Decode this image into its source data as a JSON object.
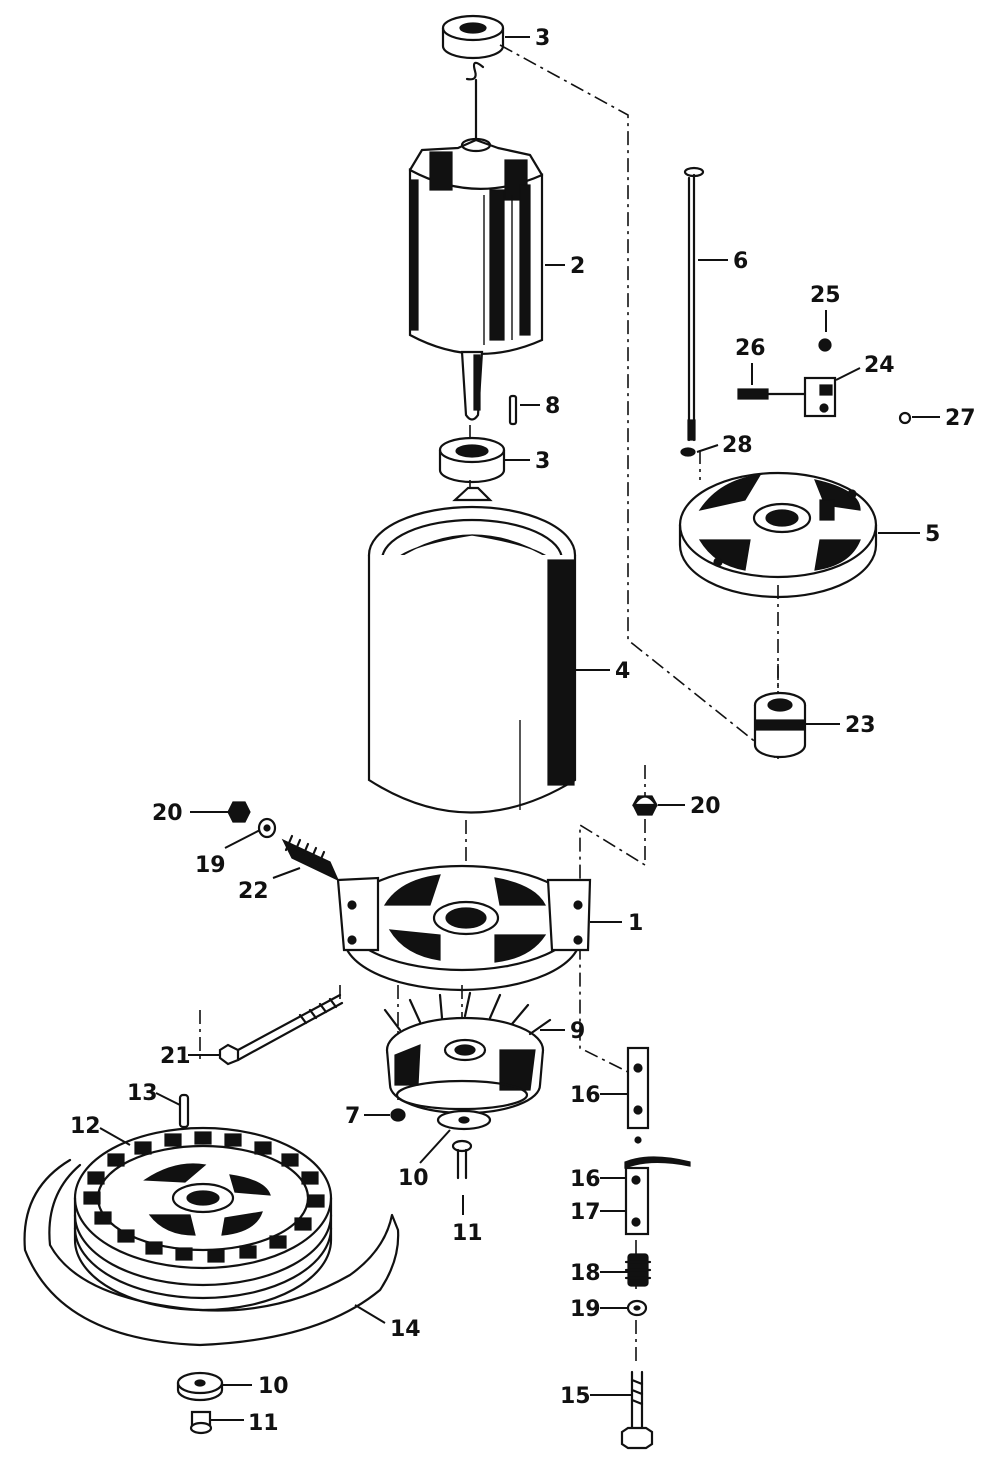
{
  "callouts": [
    {
      "id": "c3a",
      "text": "3"
    },
    {
      "id": "c2",
      "text": "2"
    },
    {
      "id": "c6",
      "text": "6"
    },
    {
      "id": "c25",
      "text": "25"
    },
    {
      "id": "c26",
      "text": "26"
    },
    {
      "id": "c24",
      "text": "24"
    },
    {
      "id": "c8",
      "text": "8"
    },
    {
      "id": "c27",
      "text": "27"
    },
    {
      "id": "c28",
      "text": "28"
    },
    {
      "id": "c3b",
      "text": "3"
    },
    {
      "id": "c5",
      "text": "5"
    },
    {
      "id": "c4",
      "text": "4"
    },
    {
      "id": "c23",
      "text": "23"
    },
    {
      "id": "c20a",
      "text": "20"
    },
    {
      "id": "c20b",
      "text": "20"
    },
    {
      "id": "c19a",
      "text": "19"
    },
    {
      "id": "c22",
      "text": "22"
    },
    {
      "id": "c1",
      "text": "1"
    },
    {
      "id": "c9",
      "text": "9"
    },
    {
      "id": "c21",
      "text": "21"
    },
    {
      "id": "c16a",
      "text": "16"
    },
    {
      "id": "c13",
      "text": "13"
    },
    {
      "id": "c7",
      "text": "7"
    },
    {
      "id": "c12",
      "text": "12"
    },
    {
      "id": "c10a",
      "text": "10"
    },
    {
      "id": "c16b",
      "text": "16"
    },
    {
      "id": "c11a",
      "text": "11"
    },
    {
      "id": "c17",
      "text": "17"
    },
    {
      "id": "c18",
      "text": "18"
    },
    {
      "id": "c19b",
      "text": "19"
    },
    {
      "id": "c14",
      "text": "14"
    },
    {
      "id": "c15",
      "text": "15"
    },
    {
      "id": "c10b",
      "text": "10"
    },
    {
      "id": "c11b",
      "text": "11"
    }
  ]
}
